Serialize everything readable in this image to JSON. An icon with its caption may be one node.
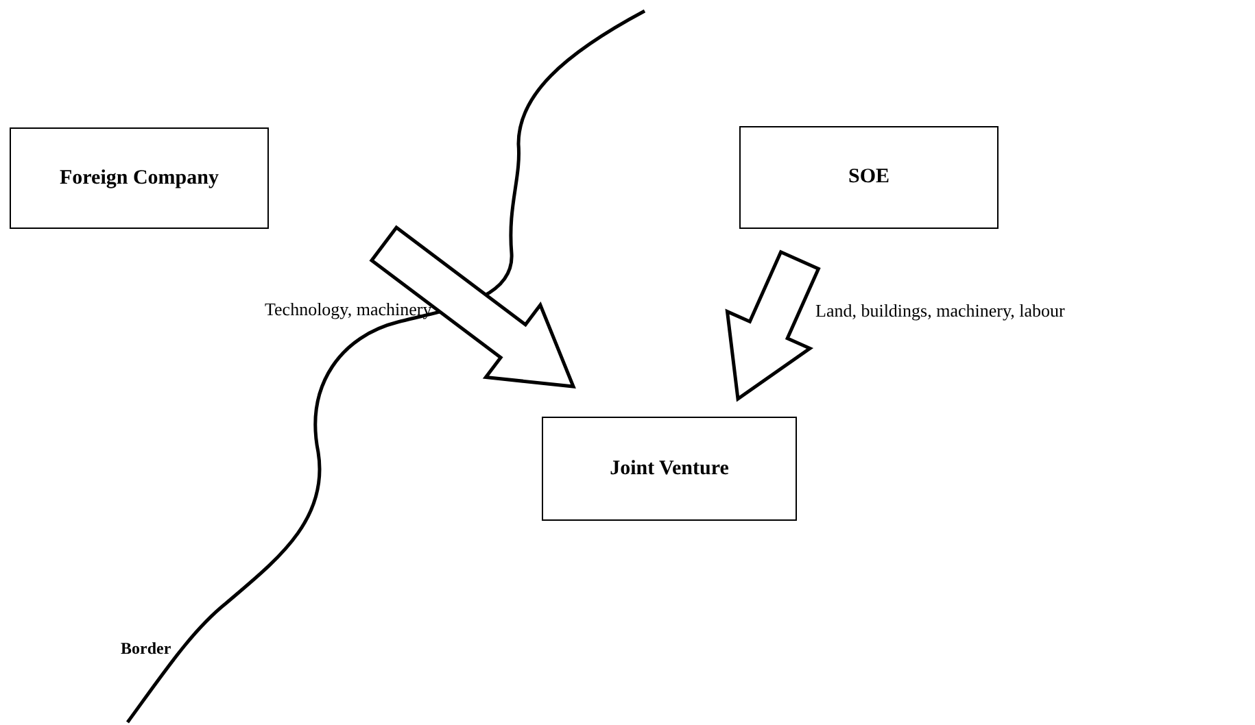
{
  "diagram": {
    "nodes": [
      {
        "text": [
          "Foreign Company"
        ]
      },
      {
        "text": [
          "SOE"
        ]
      },
      {
        "text": [
          "Joint Venture"
        ]
      }
    ],
    "edges": [
      {
        "from": 0,
        "to": 2,
        "arrow": "to",
        "style": "thick",
        "label": "Technology, machinery"
      },
      {
        "from": 1,
        "to": 2,
        "arrow": "to",
        "style": "thick",
        "label": "Land, buildings, machinery, labour"
      }
    ],
    "labels": [
      "Border"
    ]
  }
}
